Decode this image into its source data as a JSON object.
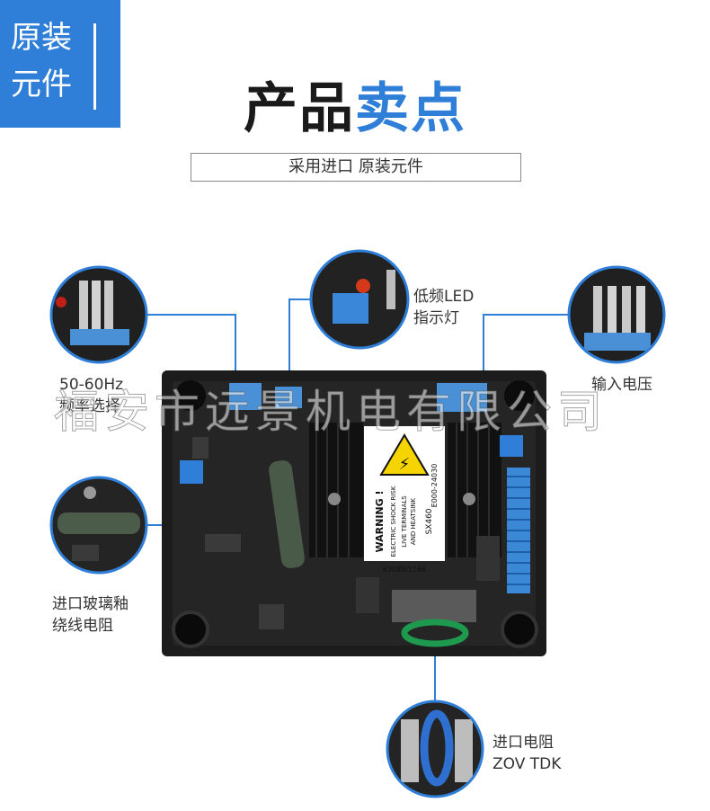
{
  "badge": {
    "line1": "原装",
    "line2": "元件"
  },
  "heading": {
    "part1": "产品",
    "part2": "卖点"
  },
  "subtitle": "采用进口 原装元件",
  "callouts": {
    "freq": {
      "line1": "50-60Hz",
      "line2": "频率选择"
    },
    "led": {
      "line1": "低频LED",
      "line2": "指示灯"
    },
    "input": {
      "line1": "输入电压"
    },
    "resistor": {
      "line1": "进口玻璃釉",
      "line2": "绕线电阻"
    },
    "zov": {
      "line1": "进口电阻",
      "line2": "ZOV TDK"
    }
  },
  "board_text": {
    "warning": "WARNING !",
    "line1": "ELECTRIC SHOCK RISK",
    "line2": "LIVE TERMINALS",
    "line3": "AND HEATSINK",
    "model": "SX460",
    "code": "E000-24030",
    "serial": "63088/1186"
  },
  "watermark": "福安市远景机电有限公司",
  "colors": {
    "accent": "#2f7ed8",
    "board": "#1c1c1c"
  }
}
